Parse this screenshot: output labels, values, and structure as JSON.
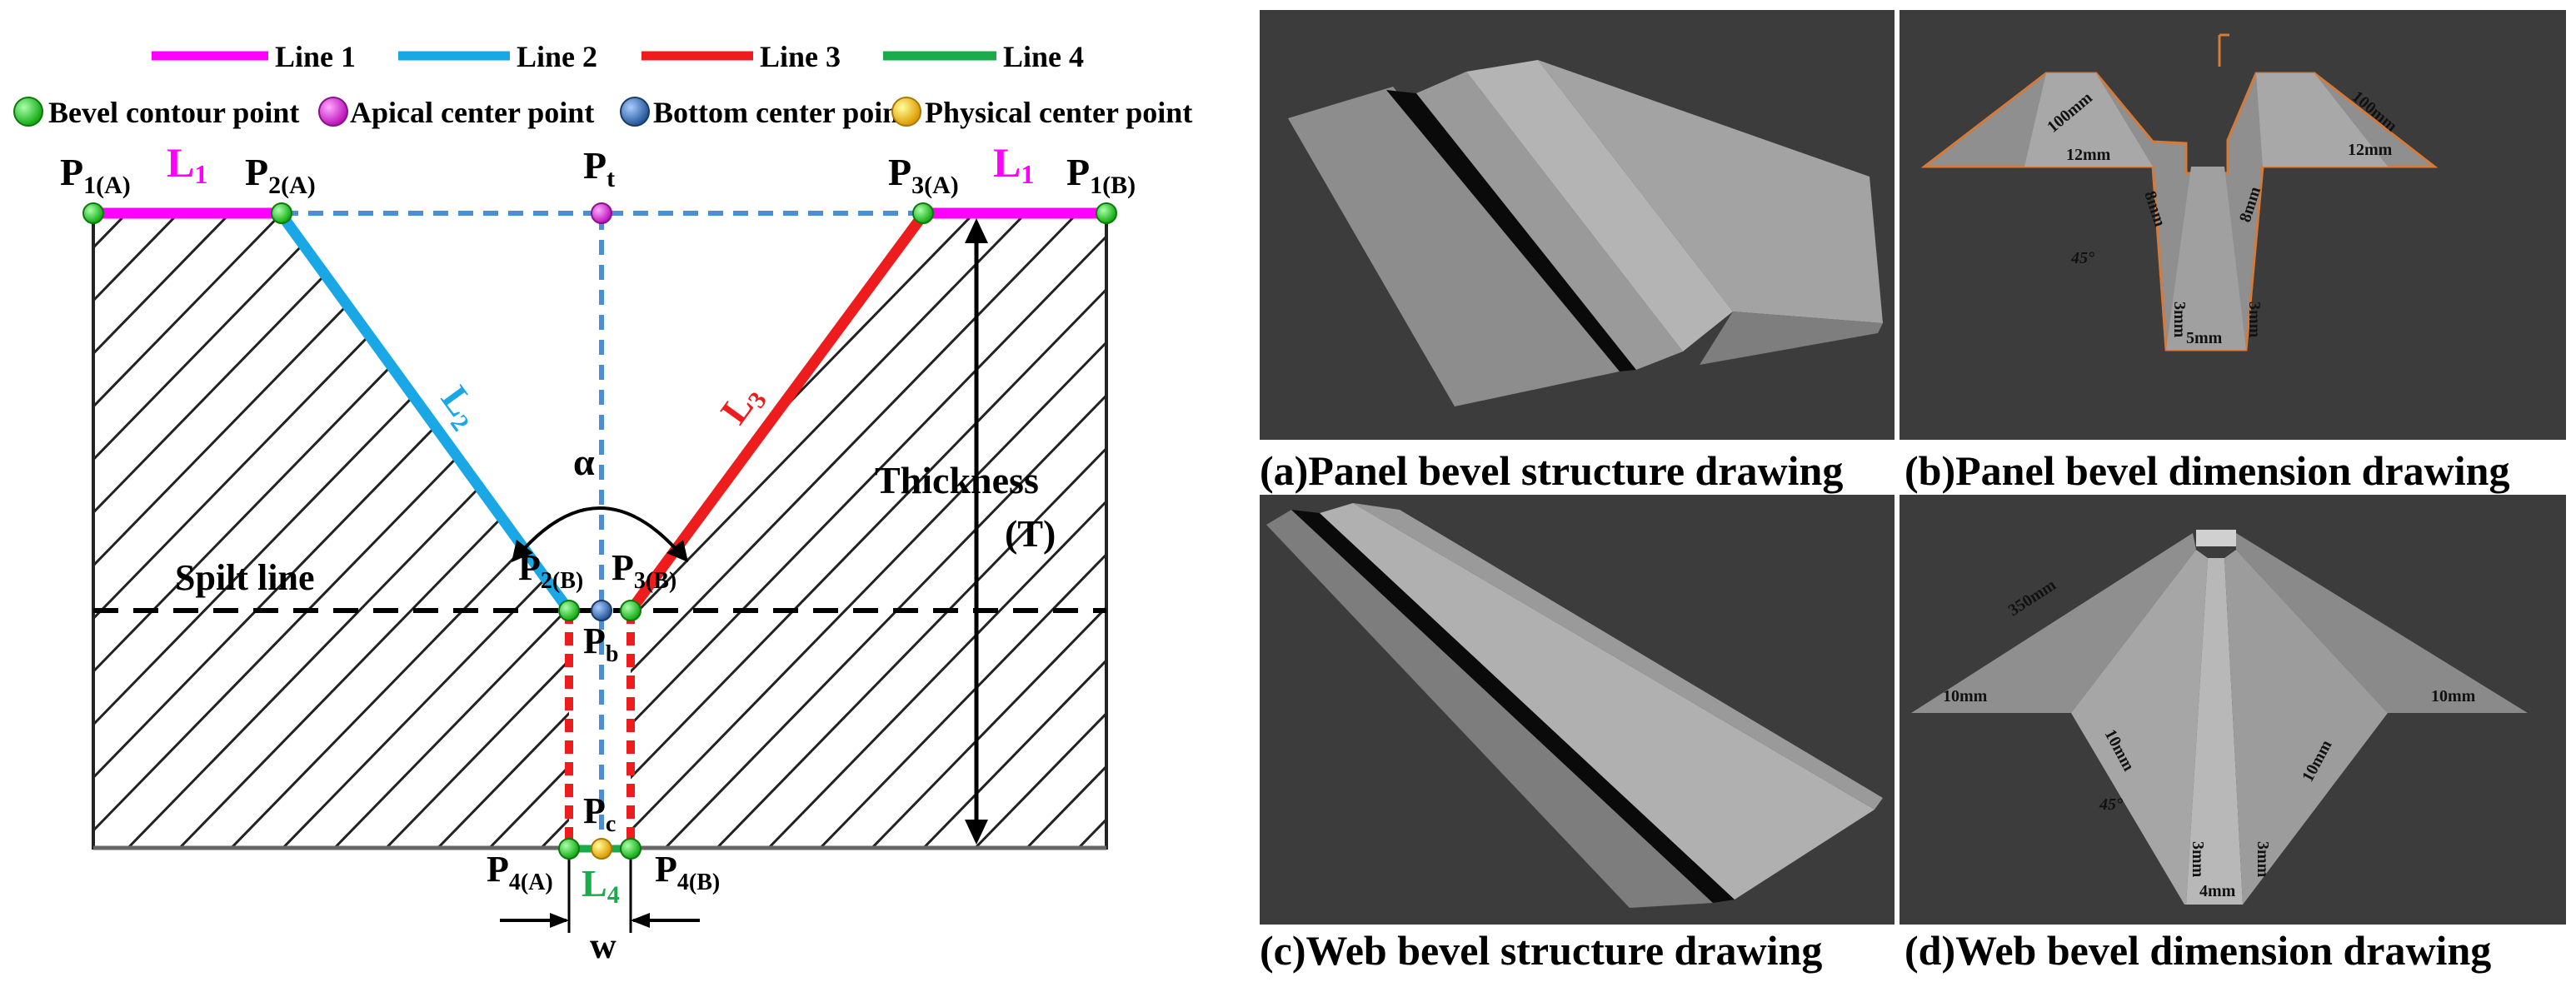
{
  "legend": {
    "lines": [
      {
        "label": "Line 1",
        "color": "#ff00ff"
      },
      {
        "label": "Line 2",
        "color": "#1aa7e6"
      },
      {
        "label": "Line 3",
        "color": "#ee1c1c"
      },
      {
        "label": "Line 4",
        "color": "#1aab4a"
      }
    ],
    "points": [
      {
        "label": "Bevel contour point",
        "color": "#22cc22"
      },
      {
        "label": "Apical center point",
        "color": "#dd22dd"
      },
      {
        "label": "Bottom center point",
        "color": "#2f6fb8"
      },
      {
        "label": "Physical center point",
        "color": "#f2c200"
      }
    ]
  },
  "diagram": {
    "points": {
      "p1a": {
        "main": "P",
        "sub": "1(A)"
      },
      "p2a": {
        "main": "P",
        "sub": "2(A)"
      },
      "pt": {
        "main": "P",
        "sub": "t"
      },
      "p3a": {
        "main": "P",
        "sub": "3(A)"
      },
      "p1b": {
        "main": "P",
        "sub": "1(B)"
      },
      "p2b": {
        "main": "P",
        "sub": "2(B)"
      },
      "p3b": {
        "main": "P",
        "sub": "3(B)"
      },
      "pb": {
        "main": "P",
        "sub": "b"
      },
      "pc": {
        "main": "P",
        "sub": "c"
      },
      "p4a": {
        "main": "P",
        "sub": "4(A)"
      },
      "p4b": {
        "main": "P",
        "sub": "4(B)"
      }
    },
    "segments": {
      "l1_left": {
        "main": "L",
        "sub": "1"
      },
      "l1_right": {
        "main": "L",
        "sub": "1"
      },
      "l2": {
        "main": "L",
        "sub": "2"
      },
      "l3": {
        "main": "L",
        "sub": "3"
      },
      "l4": {
        "main": "L",
        "sub": "4"
      }
    },
    "alpha": "α",
    "split_line": "Spilt line",
    "thickness": "Thickness",
    "thickness_symbol": "(T)",
    "width": "w"
  },
  "panels": {
    "a": {
      "caption": "(a)Panel bevel structure drawing"
    },
    "b": {
      "caption": "(b)Panel bevel dimension drawing",
      "dims": [
        "100mm",
        "100mm",
        "12mm",
        "12mm",
        "8mm",
        "8mm",
        "45°",
        "3mm",
        "3mm",
        "5mm"
      ]
    },
    "c": {
      "caption": "(c)Web bevel structure drawing"
    },
    "d": {
      "caption": "(d)Web bevel dimension drawing",
      "dims": [
        "350mm",
        "10mm",
        "10mm",
        "10mm",
        "10mm",
        "45°",
        "3mm",
        "3mm",
        "4mm"
      ]
    }
  }
}
